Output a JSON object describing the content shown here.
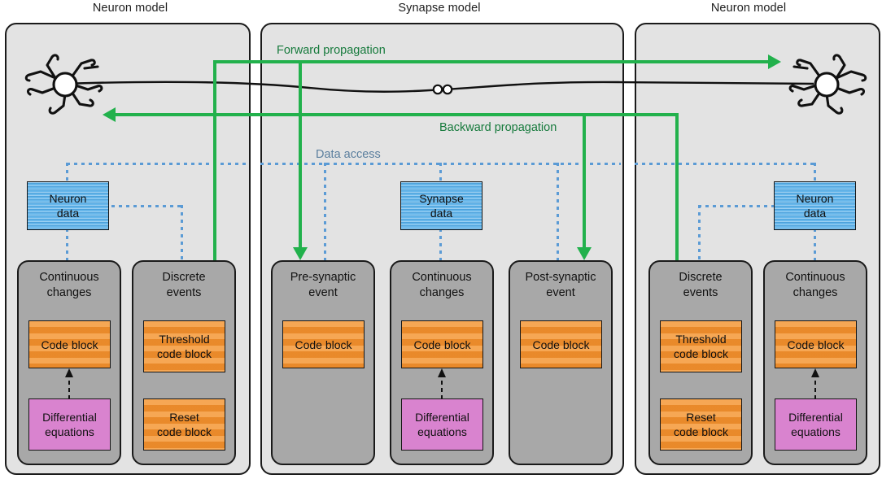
{
  "figure": {
    "titles": [
      {
        "label": "Neuron model"
      },
      {
        "label": "Synapse model"
      },
      {
        "label": "Neuron model"
      }
    ],
    "flow_labels": {
      "forward": "Forward propagation",
      "backward": "Backward propagation",
      "data_access": "Data access"
    },
    "colors": {
      "propagation_green": "#22b14c",
      "green_text": "#167a3c",
      "data_blue": "#57afe8",
      "dotted_blue": "#5b9bd5",
      "blue_text": "#5b7f9e",
      "code_orange": "#f4942f",
      "equations_magenta": "#d983cf",
      "model_panel_gray": "#e3e3e3",
      "sub_panel_gray": "#a8a8a8",
      "outline_black": "#1a1a1a"
    }
  },
  "panels": [
    {
      "id": "left-neuron-model",
      "title": "Neuron model",
      "data_store": {
        "label": "Neuron\ndata",
        "line1": "Neuron",
        "line2": "data"
      },
      "sub_panels": [
        {
          "id": "left-continuous-changes",
          "title": "Continuous\nchanges",
          "title_line1": "Continuous",
          "title_line2": "changes",
          "blocks": [
            {
              "type": "code",
              "label": "Code block",
              "line1": "Code block",
              "line2": ""
            },
            {
              "type": "equations",
              "label": "Differential\nequations",
              "line1": "Differential",
              "line2": "equations"
            }
          ]
        },
        {
          "id": "left-discrete-events",
          "title": "Discrete\nevents",
          "title_line1": "Discrete",
          "title_line2": "events",
          "blocks": [
            {
              "type": "code",
              "label": "Threshold\ncode block",
              "line1": "Threshold",
              "line2": "code block"
            },
            {
              "type": "code",
              "label": "Reset\ncode block",
              "line1": "Reset",
              "line2": "code block"
            }
          ]
        }
      ]
    },
    {
      "id": "synapse-model",
      "title": "Synapse model",
      "data_store": {
        "label": "Synapse\ndata",
        "line1": "Synapse",
        "line2": "data"
      },
      "sub_panels": [
        {
          "id": "pre-synaptic-event",
          "title": "Pre-synaptic\nevent",
          "title_line1": "Pre-synaptic",
          "title_line2": "event",
          "blocks": [
            {
              "type": "code",
              "label": "Code block",
              "line1": "Code block",
              "line2": ""
            }
          ]
        },
        {
          "id": "synapse-continuous-changes",
          "title": "Continuous\nchanges",
          "title_line1": "Continuous",
          "title_line2": "changes",
          "blocks": [
            {
              "type": "code",
              "label": "Code block",
              "line1": "Code block",
              "line2": ""
            },
            {
              "type": "equations",
              "label": "Differential\nequations",
              "line1": "Differential",
              "line2": "equations"
            }
          ]
        },
        {
          "id": "post-synaptic-event",
          "title": "Post-synaptic\nevent",
          "title_line1": "Post-synaptic",
          "title_line2": "event",
          "blocks": [
            {
              "type": "code",
              "label": "Code block",
              "line1": "Code block",
              "line2": ""
            }
          ]
        }
      ]
    },
    {
      "id": "right-neuron-model",
      "title": "Neuron model",
      "data_store": {
        "label": "Neuron\ndata",
        "line1": "Neuron",
        "line2": "data"
      },
      "sub_panels": [
        {
          "id": "right-discrete-events",
          "title": "Discrete\nevents",
          "title_line1": "Discrete",
          "title_line2": "events",
          "blocks": [
            {
              "type": "code",
              "label": "Threshold\ncode block",
              "line1": "Threshold",
              "line2": "code block"
            },
            {
              "type": "code",
              "label": "Reset\ncode block",
              "line1": "Reset",
              "line2": "code block"
            }
          ]
        },
        {
          "id": "right-continuous-changes",
          "title": "Continuous\nchanges",
          "title_line1": "Continuous",
          "title_line2": "changes",
          "blocks": [
            {
              "type": "code",
              "label": "Code block",
              "line1": "Code block",
              "line2": ""
            },
            {
              "type": "equations",
              "label": "Differential\nequations",
              "line1": "Differential",
              "line2": "equations"
            }
          ]
        }
      ]
    }
  ]
}
